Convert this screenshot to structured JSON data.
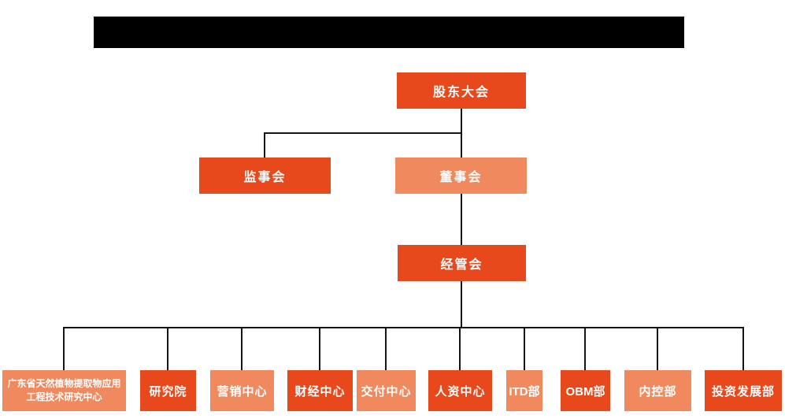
{
  "header": {
    "redacted_title_bar": {
      "text": "",
      "color": "#000000"
    }
  },
  "org_chart": {
    "root": {
      "label": "股东大会",
      "color": "#E8491C"
    },
    "supervisory": {
      "label": "监事会",
      "color": "#E8491C"
    },
    "board": {
      "label": "董事会",
      "color": "#F08A5E"
    },
    "management": {
      "label": "经管会",
      "color": "#E8491C"
    },
    "departments": [
      {
        "label": "广东省天然植物提取物应用工程技术研究中心",
        "color": "#F08A5E"
      },
      {
        "label": "研究院",
        "color": "#E8491C"
      },
      {
        "label": "营销中心",
        "color": "#F08A5E"
      },
      {
        "label": "财经中心",
        "color": "#E8491C"
      },
      {
        "label": "交付中心",
        "color": "#F08A5E"
      },
      {
        "label": "人资中心",
        "color": "#E8491C"
      },
      {
        "label": "ITD部",
        "color": "#F08A5E"
      },
      {
        "label": "OBM部",
        "color": "#E8491C"
      },
      {
        "label": "内控部",
        "color": "#F08A5E"
      },
      {
        "label": "投资发展部",
        "color": "#E8491C"
      }
    ],
    "colors": {
      "dark_orange": "#E8491C",
      "light_orange": "#F08A5E",
      "connector_line": "#151515",
      "text": "#ffffff"
    }
  }
}
